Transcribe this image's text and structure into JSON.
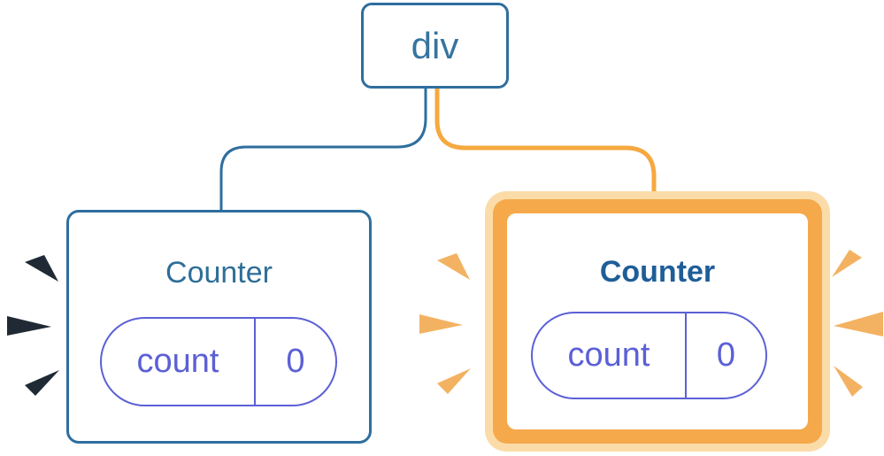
{
  "title": "React component tree with counter state diagram",
  "tree": {
    "root": {
      "label": "div"
    },
    "children": [
      {
        "id": "left-counter",
        "label": "Counter",
        "highlighted": false,
        "state": {
          "key": "count",
          "value": "0"
        }
      },
      {
        "id": "right-counter",
        "label": "Counter",
        "highlighted": true,
        "state": {
          "key": "count",
          "value": "0"
        }
      }
    ]
  },
  "edges": [
    {
      "from": "div",
      "to": "left-counter",
      "style": "thin-blue-line"
    },
    {
      "from": "div",
      "to": "right-counter",
      "style": "orange-line-with-white-casing"
    }
  ],
  "bursts": {
    "left_of_left_counter": {
      "count": 3,
      "color": "#1F2A35"
    },
    "left_of_right_counter": {
      "count": 3,
      "color": "#F3B261"
    },
    "right_of_right_counter": {
      "count": 3,
      "color": "#F3B261"
    }
  },
  "colors": {
    "blue_stroke": "#2E6E9E",
    "blue_title": "#2E6E98",
    "blue_title_bold": "#1E5E98",
    "root_label": "#36749E",
    "orange_border": "#F5A94B",
    "orange_halo": "#FBDCA9",
    "orange_edge": "#F5A940",
    "orange_burst": "#F3B261",
    "dark_burst": "#1F2A35",
    "purple_pill": "#5B60D6",
    "card_background": "#FFFFFF"
  }
}
